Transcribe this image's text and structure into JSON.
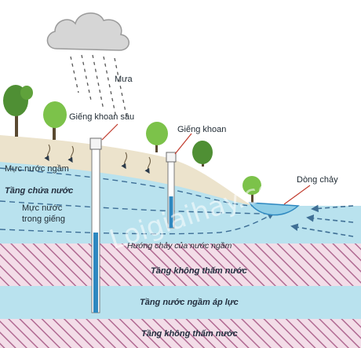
{
  "labels": {
    "rain": "Mưa",
    "deep_well": "Giếng khoan sâu",
    "well": "Giếng khoan",
    "stream": "Dòng chảy",
    "water_table": "Mực nước ngầm",
    "aquifer": "Tầng chứa nước",
    "well_water_level_line1": "Mực nước",
    "well_water_level_line2": "trong giếng",
    "flow_direction": "Hướng chảy của nước ngầm",
    "impermeable_layer_1": "Tầng không thấm nước",
    "confined_aquifer": "Tầng nước ngầm áp lực",
    "impermeable_layer_2": "Tầng không thấm nước"
  },
  "watermark": "Loigiaihay.com",
  "colors": {
    "sky": "#ffffff",
    "soil": "#ece3cc",
    "aquifer": "#b9e2ee",
    "impermeable_base": "#f3dde8",
    "impermeable_hatch": "#b06a92",
    "confined": "#b9e2ee",
    "pipe": "#2e88c0",
    "cloud": "#d6d6d6",
    "tree": "#69b23e"
  },
  "icons": [
    "cloud-icon",
    "tree-icon",
    "well-pipe-icon",
    "flow-arrow-icon"
  ]
}
